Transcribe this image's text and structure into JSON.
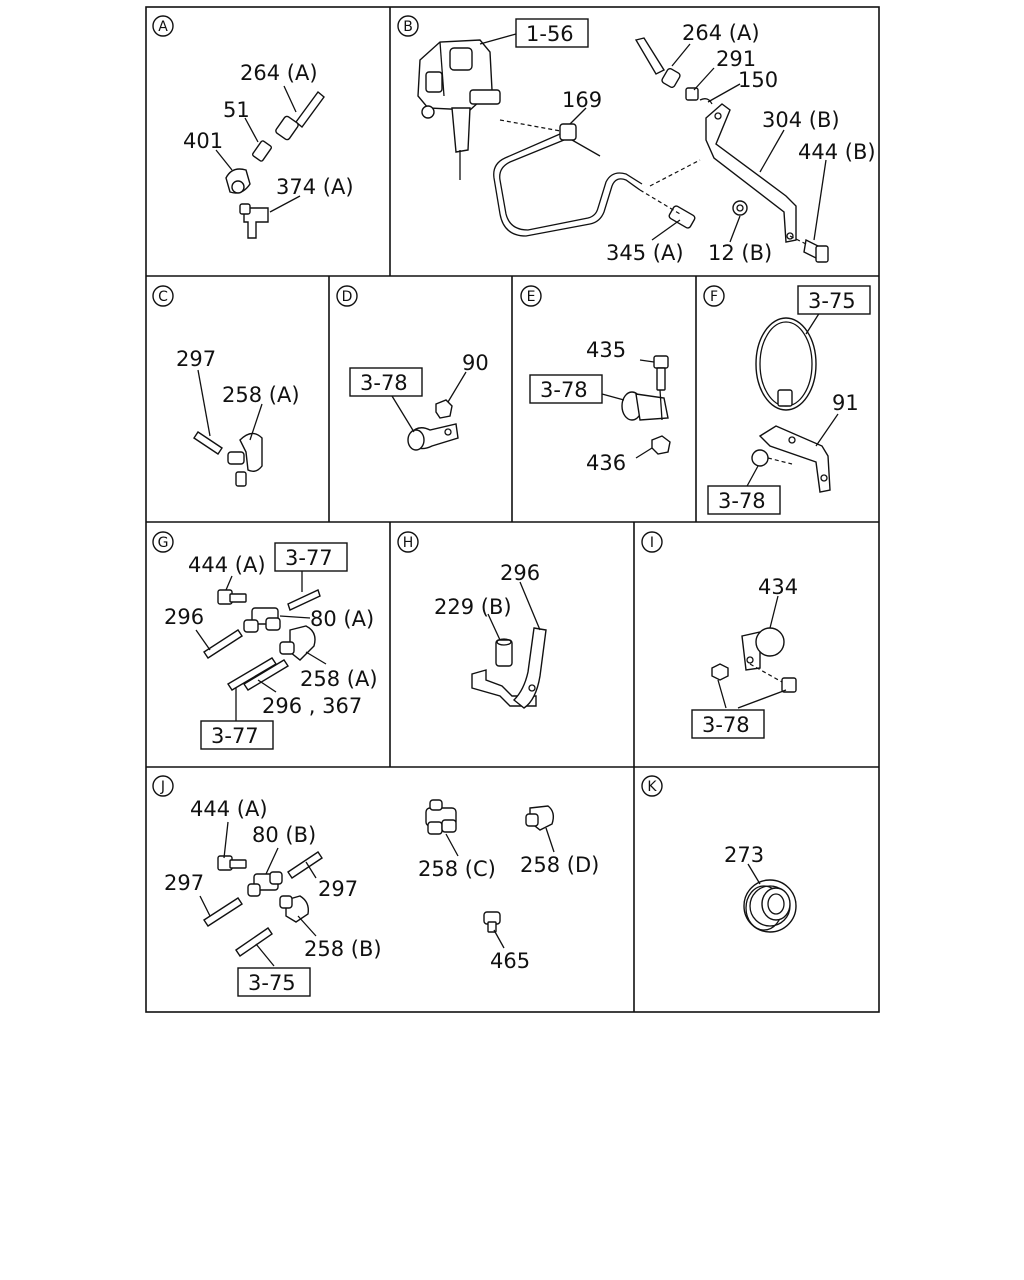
{
  "panels": {
    "A": {
      "letter": "A",
      "labels": {
        "p264a": "264 (A)",
        "p51": "51",
        "p401": "401",
        "p374a": "374 (A)"
      }
    },
    "B": {
      "letter": "B",
      "labels": {
        "r156": "1-56",
        "p264a": "264 (A)",
        "p291": "291",
        "p150": "150",
        "p169": "169",
        "p304b": "304 (B)",
        "p444b": "444 (B)",
        "p345a": "345 (A)",
        "p12b": "12 (B)"
      }
    },
    "C": {
      "letter": "C",
      "labels": {
        "p297": "297",
        "p258a": "258 (A)"
      }
    },
    "D": {
      "letter": "D",
      "labels": {
        "r378": "3-78",
        "p90": "90"
      }
    },
    "E": {
      "letter": "E",
      "labels": {
        "p435": "435",
        "r378": "3-78",
        "p436": "436"
      }
    },
    "F": {
      "letter": "F",
      "labels": {
        "r375": "3-75",
        "p91": "91",
        "r378": "3-78"
      }
    },
    "G": {
      "letter": "G",
      "labels": {
        "p444a": "444 (A)",
        "r377top": "3-77",
        "p296": "296",
        "p80a": "80 (A)",
        "p258a": "258 (A)",
        "p296_367": "296 , 367",
        "r377bot": "3-77"
      }
    },
    "H": {
      "letter": "H",
      "labels": {
        "p296": "296",
        "p229b": "229 (B)"
      }
    },
    "I": {
      "letter": "I",
      "labels": {
        "p434": "434",
        "r378": "3-78"
      }
    },
    "J": {
      "letter": "J",
      "labels": {
        "p444a": "444 (A)",
        "p80b": "80 (B)",
        "p297left": "297",
        "p297right": "297",
        "p258b": "258 (B)",
        "r375": "3-75",
        "p258c": "258 (C)",
        "p258d": "258 (D)",
        "p465": "465"
      }
    },
    "K": {
      "letter": "K",
      "labels": {
        "p273": "273"
      }
    }
  }
}
